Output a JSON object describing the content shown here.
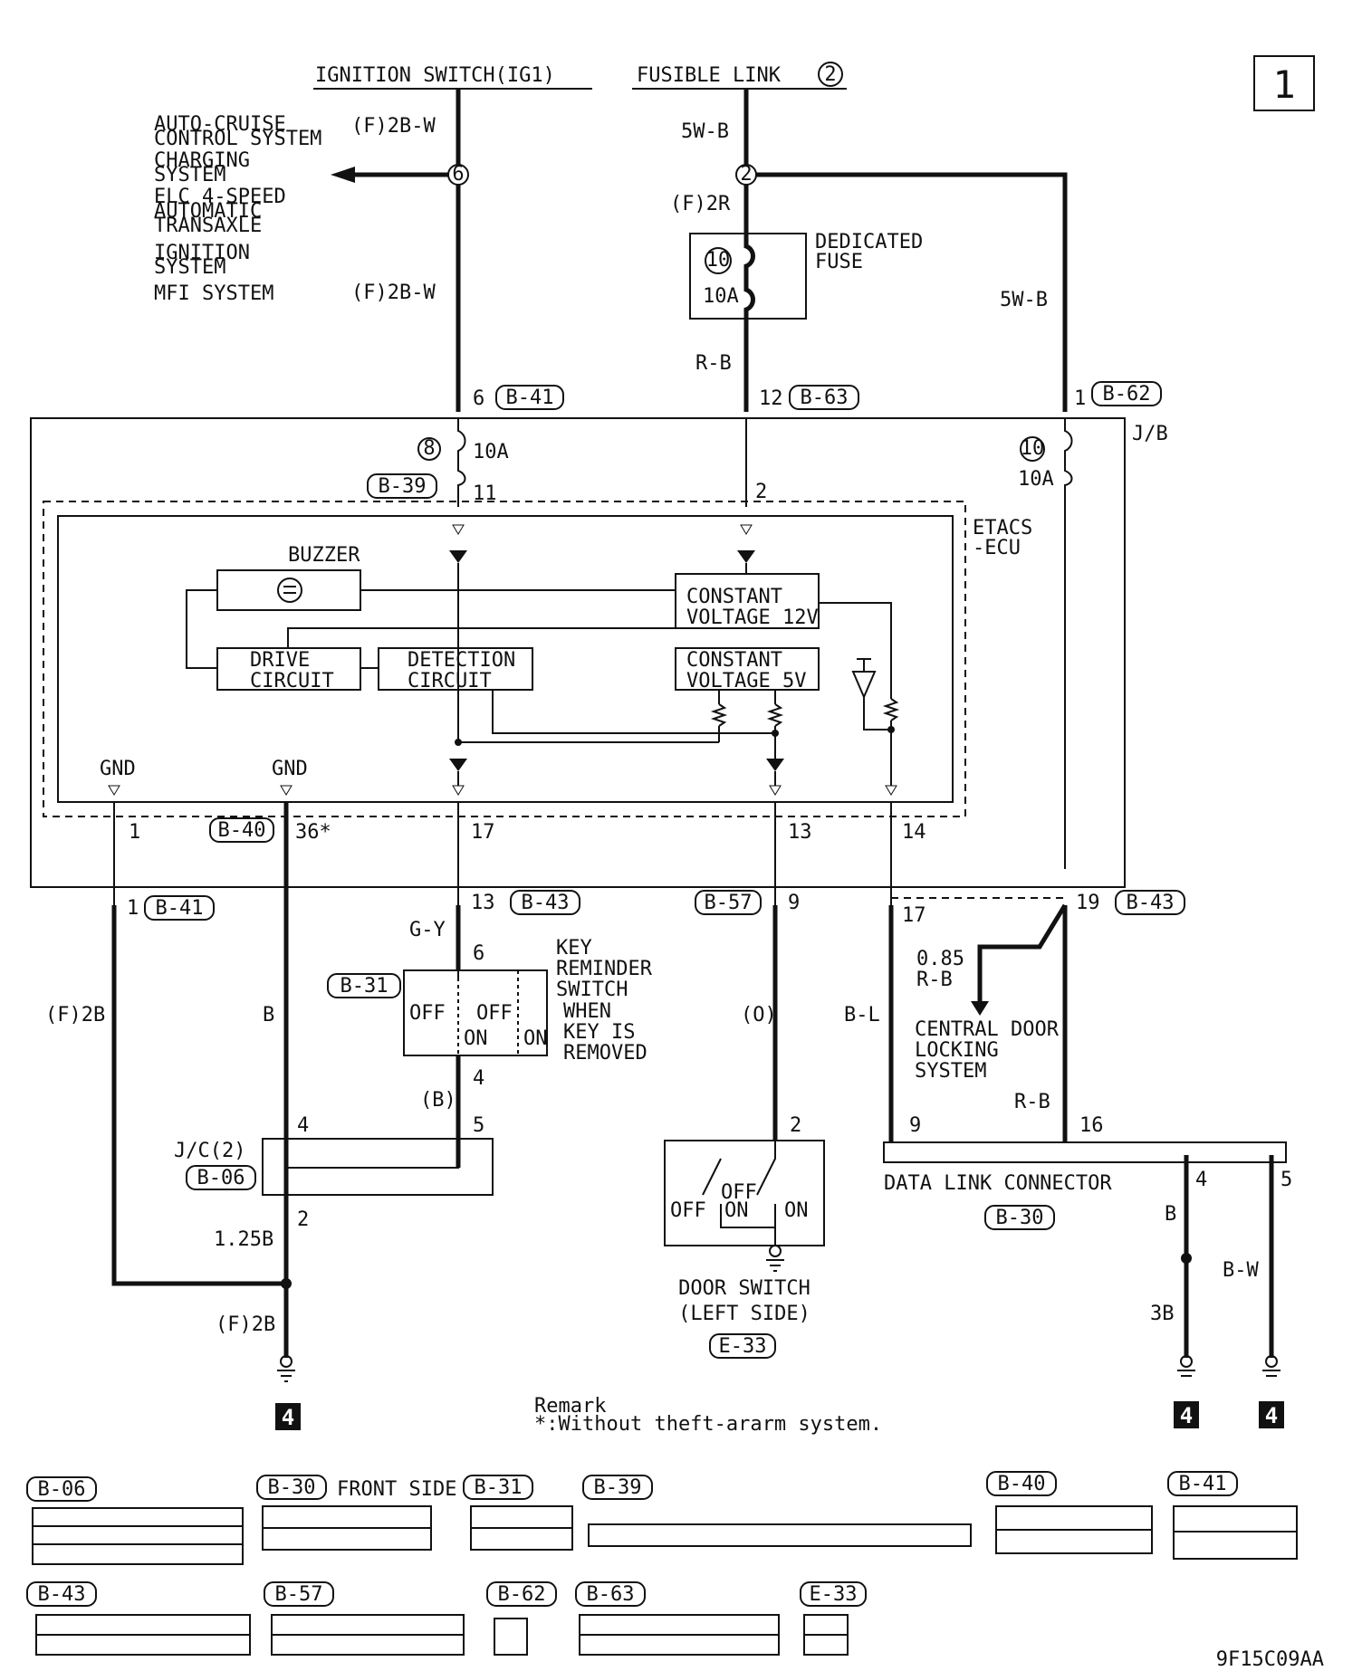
{
  "page_label": "1",
  "figure_code": "9F15C09AA",
  "top": {
    "ignition_switch": "IGNITION SWITCH(IG1)",
    "fusible_link": "FUSIBLE LINK",
    "fusible_link_num": "2"
  },
  "left_systems": [
    "AUTO-CRUISE",
    "CONTROL SYSTEM",
    "CHARGING",
    "SYSTEM",
    "ELC 4-SPEED",
    "AUTOMATIC",
    "TRANSAXLE",
    "IGNITION",
    "SYSTEM",
    "MFI SYSTEM"
  ],
  "wires": {
    "f2bw_top": "(F)2B-W",
    "f2bw_mid": "(F)2B-W",
    "w5b_top": "5W-B",
    "f2r": "(F)2R",
    "w5b_right": "5W-B",
    "rb_top": "R-B",
    "gy": "G-Y",
    "b_paren": "(B)",
    "f2b_left": "(F)2B",
    "b_gnd": "B",
    "o_paren": "(O)",
    "bl": "B-L",
    "rb_cdl": "0.85\nR-B",
    "rb_low": "R-B",
    "b_dlc": "B",
    "bw_dlc": "B-W",
    "b3": "3B",
    "b125": "1.25B",
    "f2b_bottom": "(F)2B"
  },
  "splices": {
    "s6": "6",
    "s2": "2"
  },
  "dedicated_fuse": {
    "label": "DEDICATED",
    "label2": "FUSE",
    "num": "10",
    "amp": "10A"
  },
  "jb": {
    "label": "J/B",
    "fuse8": "8",
    "fuse8_amp": "10A",
    "fuse10": "10",
    "fuse10_amp": "10A"
  },
  "etacs": {
    "label": "ETACS",
    "label2": "-ECU",
    "buzzer": "BUZZER",
    "drive_circuit": "DRIVE\nCIRCUIT",
    "detection_circuit": "DETECTION\nCIRCUIT",
    "const_12v": "CONSTANT\nVOLTAGE 12V",
    "const_5v": "CONSTANT\nVOLTAGE 5V",
    "gnd1": "GND",
    "gnd2": "GND"
  },
  "pins": {
    "p6": "6",
    "p12": "12",
    "p1top": "1",
    "p11": "11",
    "p2": "2",
    "p1": "1",
    "p36": "36*",
    "p17": "17",
    "p13": "13",
    "p14": "14",
    "p1b": "1",
    "p13b": "13",
    "p9b": "9",
    "p17b": "17",
    "p19b": "19",
    "p6k": "6",
    "p4k": "4",
    "p5j": "5",
    "p4j": "4",
    "p2j": "2",
    "p2d": "2",
    "p9d": "9",
    "p16d": "16",
    "p4d": "4",
    "p5d": "5"
  },
  "connectors": {
    "b41_top": "B-41",
    "b63_top": "B-63",
    "b62_top": "B-62",
    "b39": "B-39",
    "b40": "B-40",
    "b41": "B-41",
    "b43": "B-43",
    "b57": "B-57",
    "b43b": "B-43",
    "b31": "B-31",
    "b06": "B-06",
    "b30": "B-30",
    "e33": "E-33"
  },
  "key_switch": {
    "title": "KEY\nREMINDER\nSWITCH",
    "cond": "WHEN\nKEY IS\nREMOVED",
    "off": "OFF",
    "on": "ON",
    "off2": "OFF",
    "on2": "ON"
  },
  "jc": "J/C(2)",
  "door_switch": {
    "title": "DOOR SWITCH",
    "side": "(LEFT SIDE)",
    "off": "OFF",
    "off2": "OFF",
    "on": "ON",
    "on2": "ON"
  },
  "cdl": "CENTRAL DOOR\nLOCKING\nSYSTEM",
  "dlc": "DATA LINK CONNECTOR",
  "ground_tag": "4",
  "remark": {
    "title": "Remark",
    "text": "*:Without theft-ararm system."
  },
  "connector_views": {
    "b06": "B-06",
    "b30": "B-30",
    "front_side": "FRONT SIDE",
    "b31": "B-31",
    "b39": "B-39",
    "b40": "B-40",
    "b41": "B-41",
    "b43": "B-43",
    "b57": "B-57",
    "b62": "B-62",
    "b63": "B-63",
    "e33": "E-33"
  }
}
